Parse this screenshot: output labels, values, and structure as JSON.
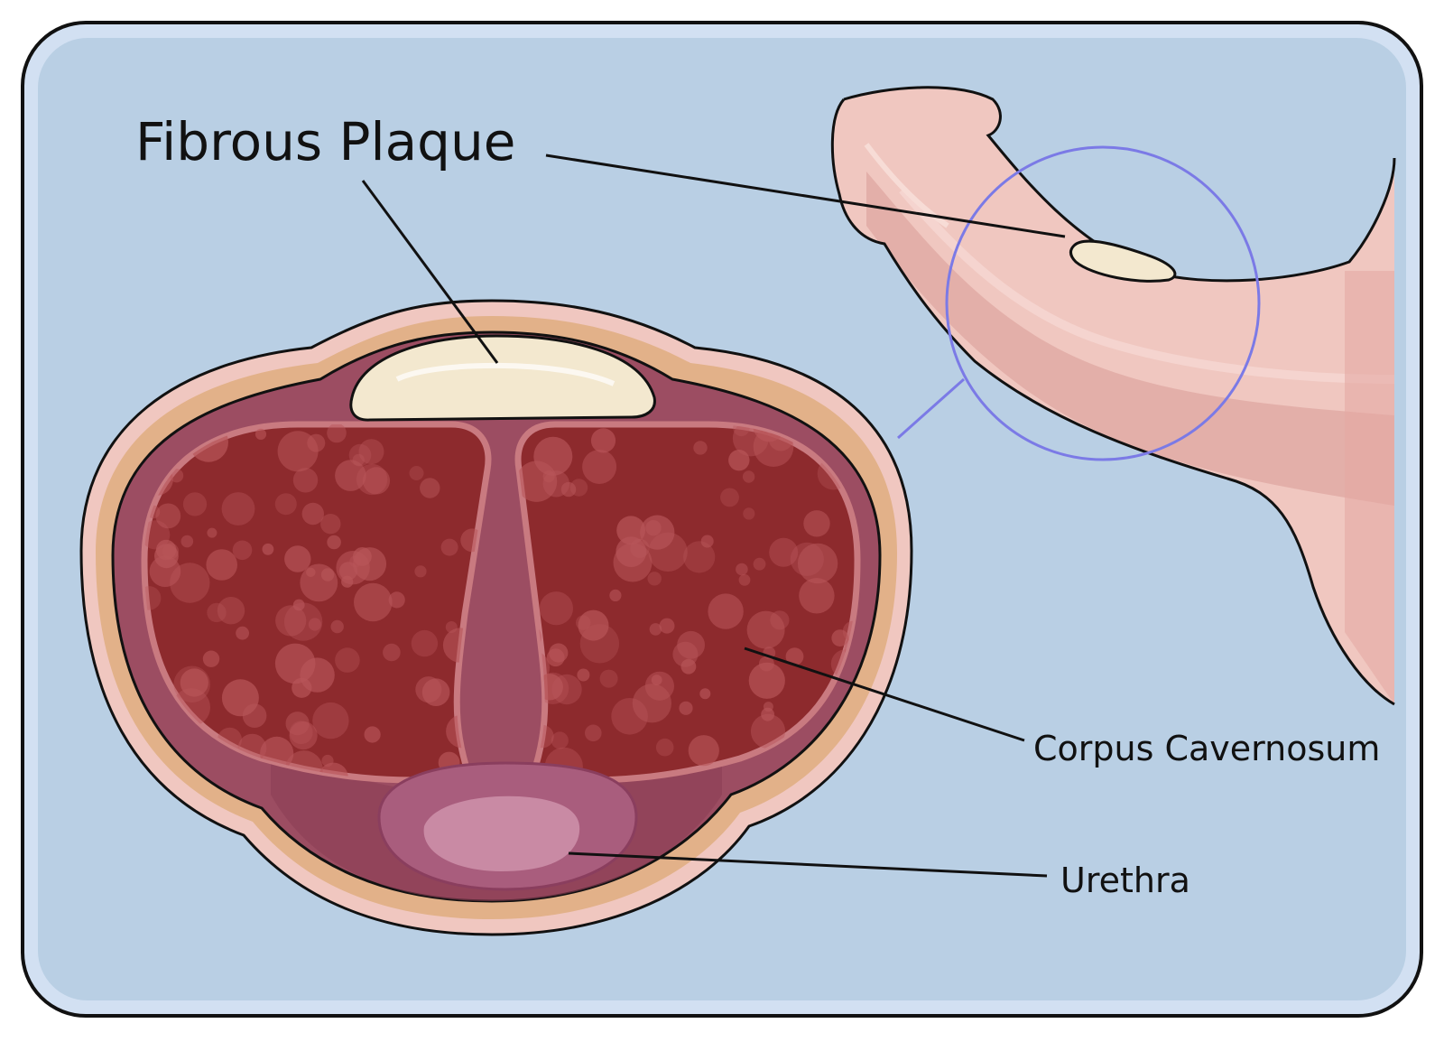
{
  "labels": {
    "fibrous_plaque": "Fibrous Plaque",
    "corpus_cavernosum": "Corpus Cavernosum",
    "urethra": "Urethra"
  },
  "colors": {
    "background": "#b9cfe4",
    "frame_outer": "#d2e0f2",
    "skin": "#f0c7c0",
    "fascia": "#e2b189",
    "tunica": "#9c4d62",
    "cavernosum": "#8d2a2d",
    "sinusoid": "#b85559",
    "plaque": "#f3e8cf",
    "urethra": "#c07a9a",
    "magnifier": "#7b7ae6",
    "outline": "#111111"
  },
  "icons": [
    "magnifier-circle-icon"
  ]
}
